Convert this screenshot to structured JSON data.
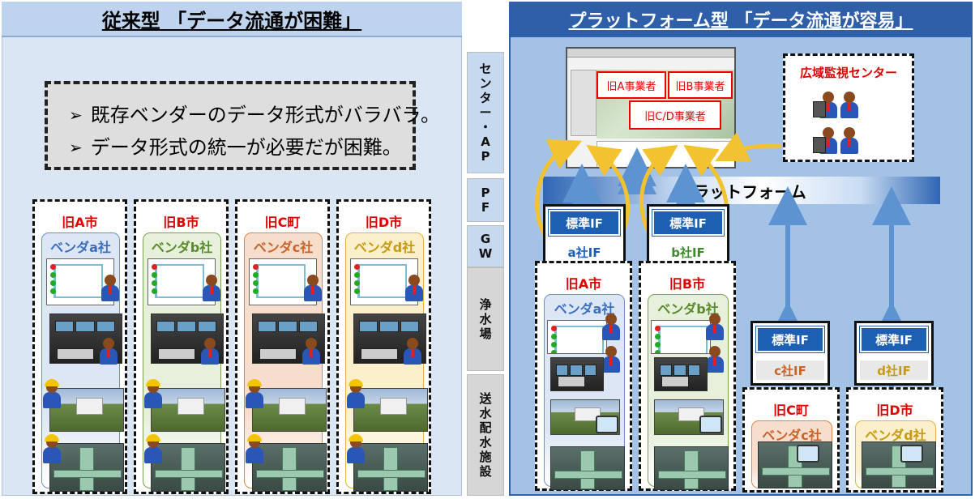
{
  "left": {
    "title": "従来型 「データ流通が困難」",
    "problems": [
      "既存ベンダーのデータ形式がバラバラ。",
      "データ形式の統一が必要だが困難。"
    ],
    "arrow_glyph": "➢",
    "cities": [
      {
        "city": "旧A市",
        "vendor": "ベンダa社",
        "color": "#dce6f4",
        "border": "#6f8fc9",
        "text": "#3c6fbf"
      },
      {
        "city": "旧B市",
        "vendor": "ベンダb社",
        "color": "#e6f0da",
        "border": "#7aa24e",
        "text": "#5a8a2e"
      },
      {
        "city": "旧C町",
        "vendor": "ベンダc社",
        "color": "#f6ddcc",
        "border": "#d9874f",
        "text": "#c8632a"
      },
      {
        "city": "旧D市",
        "vendor": "ベンダd社",
        "color": "#fbefcc",
        "border": "#e2b534",
        "text": "#c79a12"
      }
    ]
  },
  "layers": {
    "center": "センター・AP",
    "pf": "PF",
    "gw": "GW",
    "plant": "浄水場",
    "dist": "送水配水施設"
  },
  "right": {
    "title": "プラットフォーム型 「データ流通が容易」",
    "platform": "プラットフォーム",
    "monitor_center": "広域監視センター",
    "screen_labels": [
      "旧A事業者",
      "旧B事業者",
      "旧C/D事業者"
    ],
    "std_if": "標準IF",
    "vendor_ifs": [
      "a社IF",
      "b社IF",
      "c社IF",
      "d社IF"
    ],
    "cities": [
      {
        "city": "旧A市",
        "vendor": "ベンダa社"
      },
      {
        "city": "旧B市",
        "vendor": "ベンダb社"
      },
      {
        "city": "旧C町",
        "vendor": "ベンダc社"
      },
      {
        "city": "旧D市",
        "vendor": "ベンダd社"
      }
    ]
  },
  "icons": [
    "person-icon",
    "worker-helmet-icon",
    "monitor-icon",
    "tablet-icon",
    "bidirectional-arrow-icon"
  ],
  "colors": {
    "left_bg": "#dae6f4",
    "right_bg": "#a4c2e6",
    "title_blue": "#2f5fa8",
    "std_if_blue": "#1d5fb2",
    "city_red": "#e10000",
    "arrow_yellow": "#f2c230"
  }
}
